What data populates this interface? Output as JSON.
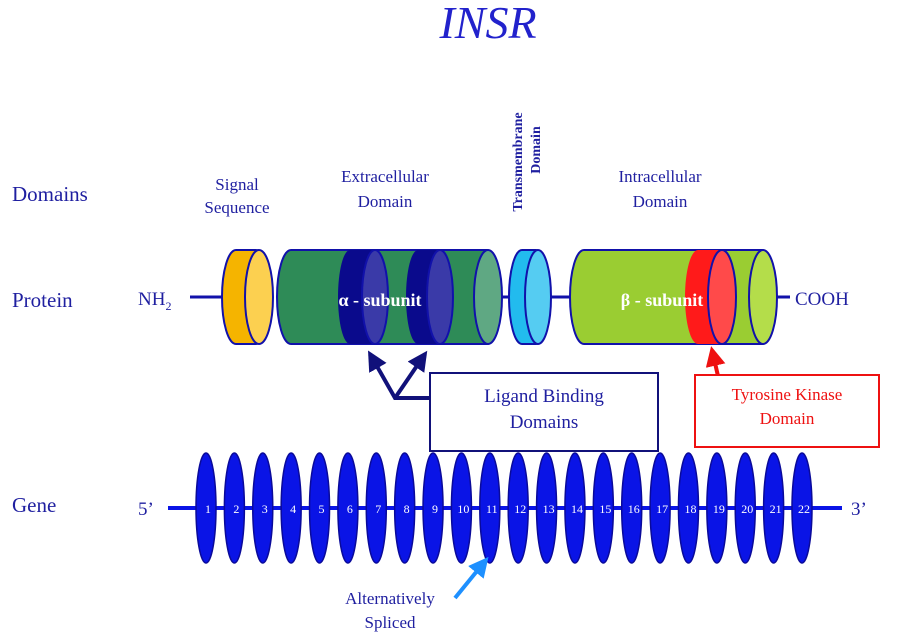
{
  "title": "INSR",
  "row_labels": {
    "domains": "Domains",
    "protein": "Protein",
    "gene": "Gene"
  },
  "domain_labels": {
    "signal_line1": "Signal",
    "signal_line2": "Sequence",
    "extracellular_line1": "Extracellular",
    "extracellular_line2": "Domain",
    "transmembrane_line1": "Transmembrane",
    "transmembrane_line2": "Domain",
    "intracellular_line1": "Intracellular",
    "intracellular_line2": "Domain"
  },
  "protein": {
    "n_terminus_base": "NH",
    "n_terminus_sub": "2",
    "c_terminus": "COOH",
    "alpha_label": "α - subunit",
    "beta_label": "β - subunit"
  },
  "callouts": {
    "ligand_line1": "Ligand Binding",
    "ligand_line2": "Domains",
    "tyrosine_line1": "Tyrosine Kinase",
    "tyrosine_line2": "Domain"
  },
  "gene": {
    "five_prime": "5’",
    "three_prime": "3’",
    "exons": [
      "1",
      "2",
      "3",
      "4",
      "5",
      "6",
      "7",
      "8",
      "9",
      "10",
      "11",
      "12",
      "13",
      "14",
      "15",
      "16",
      "17",
      "18",
      "19",
      "20",
      "21",
      "22"
    ]
  },
  "spliced_note": {
    "line1": "Alternatively",
    "line2": "Spliced"
  },
  "colors": {
    "title": "#2222cc",
    "text": "#1f1fa0",
    "signal": "#f5b400",
    "extracellular": "#2e8b57",
    "ligand": "#0a0a8c",
    "transmembrane": "#22bbee",
    "intracellular": "#9acd32",
    "kinase": "#ff1a1a",
    "exon": "#0a14e6",
    "outline": "#1111aa"
  }
}
